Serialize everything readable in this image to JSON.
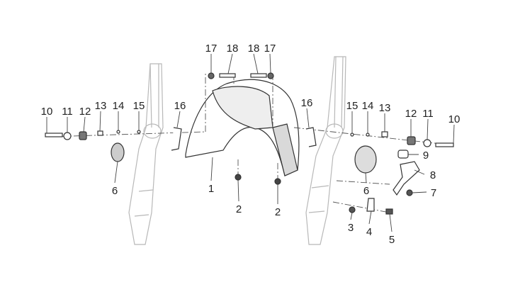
{
  "diagram": {
    "type": "exploded parts diagram",
    "callouts": [
      "17",
      "18",
      "18",
      "17",
      "10",
      "11",
      "12",
      "13",
      "14",
      "15",
      "16",
      "16",
      "15",
      "14",
      "13",
      "12",
      "11",
      "10",
      "9",
      "8",
      "7",
      "6",
      "6",
      "1",
      "2",
      "2",
      "3",
      "4",
      "5"
    ]
  }
}
